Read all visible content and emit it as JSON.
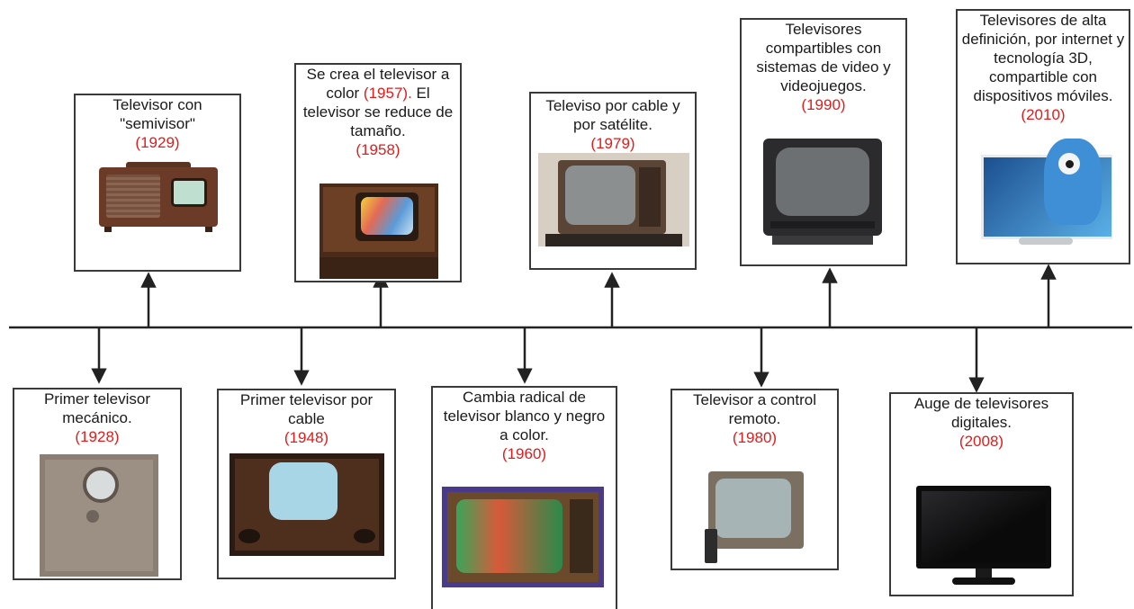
{
  "events_above": [
    {
      "text": "Televisor con \"semivisor\"",
      "year": "(1929)",
      "image_icon": "tv-1929-icon"
    },
    {
      "text_a": "Se crea el televisor a color ",
      "year_inline": "(1957).",
      "text_b": "El televisor se reduce de tamaño.",
      "year": "(1958)",
      "image_icon": "tv-1958-icon"
    },
    {
      "text": "Televiso por cable y por satélite.",
      "year": "(1979)",
      "image_icon": "tv-1979-icon"
    },
    {
      "text": "Televisores compartibles con sistemas de video y videojuegos.",
      "year": "(1990)",
      "image_icon": "tv-1990-icon"
    },
    {
      "text": "Televisores de alta definición, por internet y tecnología 3D, compartible con dispositivos móviles.",
      "year": "(2010)",
      "image_icon": "tv-2010-icon"
    }
  ],
  "events_below": [
    {
      "text": "Primer televisor mecánico.",
      "year": "(1928)",
      "image_icon": "tv-1928-icon"
    },
    {
      "text": "Primer televisor por cable",
      "year": "(1948)",
      "image_icon": "tv-1948-icon"
    },
    {
      "text": "Cambia radical de televisor blanco y negro a color.",
      "year": "(1960)",
      "image_icon": "tv-1960-icon"
    },
    {
      "text": "Televisor a control remoto.",
      "year": "(1980)",
      "image_icon": "tv-1980-icon"
    },
    {
      "text": "Auge de televisores digitales.",
      "year": "(2008)",
      "image_icon": "tv-2008-icon"
    }
  ],
  "colors": {
    "year": "#e21b1b",
    "line": "#222222",
    "border": "#3a3a3a"
  }
}
